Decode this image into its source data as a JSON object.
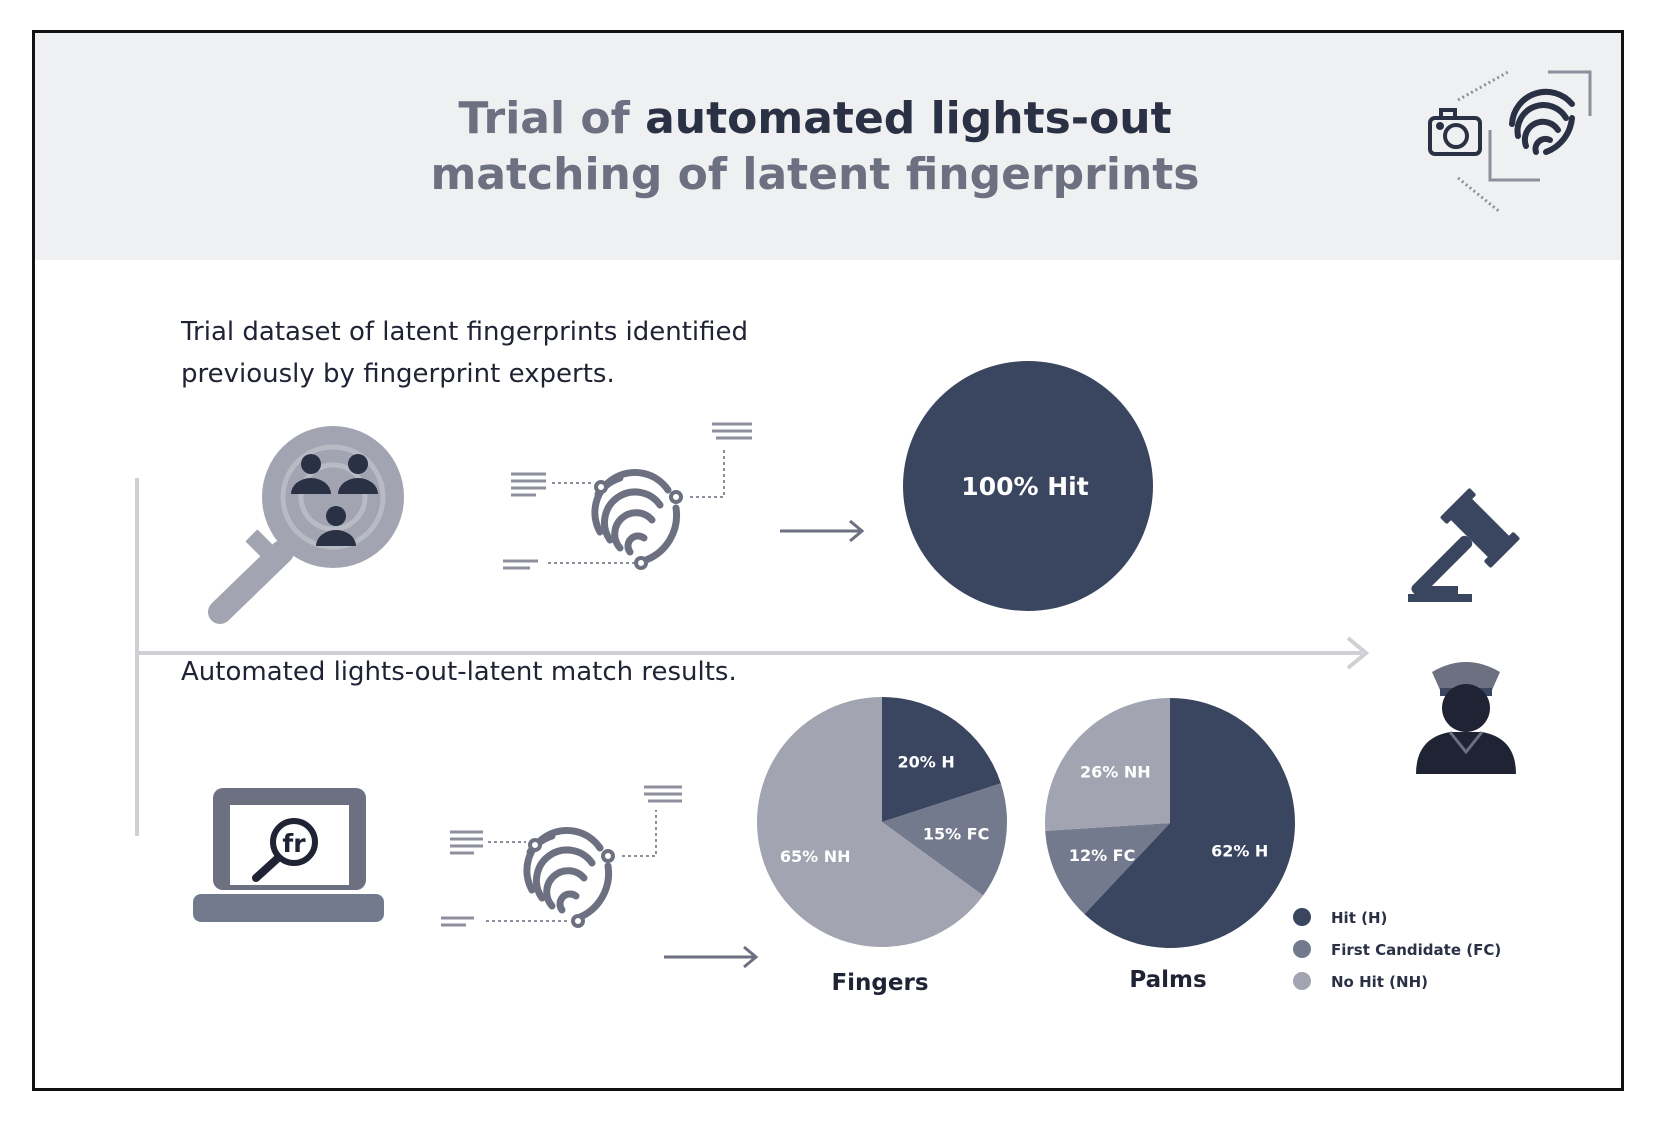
{
  "title": {
    "part1": "Trial of",
    "part2": "automated lights-out",
    "part3": "matching of latent fingerprints"
  },
  "top_section": {
    "heading_line1": "Trial dataset of latent fingerprints identified",
    "heading_line2": "previously by fingerprint experts.",
    "pie_label": "100% Hit"
  },
  "bottom_section": {
    "heading": "Automated lights-out-latent match results.",
    "laptop_logo": "fr"
  },
  "colors": {
    "hit": "#3a4560",
    "first_candidate": "#747a8d",
    "no_hit": "#a2a5b1",
    "light_grey": "#cfd0d4"
  },
  "chart_data": [
    {
      "type": "pie",
      "title": "",
      "categories": [
        "Hit (H)"
      ],
      "values": [
        100
      ],
      "labels": [
        "100% Hit"
      ]
    },
    {
      "type": "pie",
      "title": "Fingers",
      "categories": [
        "Hit (H)",
        "First Candidate (FC)",
        "No Hit (NH)"
      ],
      "values": [
        20,
        15,
        65
      ],
      "labels": [
        "20% H",
        "15% FC",
        "65% NH"
      ]
    },
    {
      "type": "pie",
      "title": "Palms",
      "categories": [
        "Hit (H)",
        "First Candidate (FC)",
        "No Hit (NH)"
      ],
      "values": [
        62,
        12,
        26
      ],
      "labels": [
        "62% H",
        "12% FC",
        "26% NH"
      ]
    }
  ],
  "legend": [
    {
      "label": "Hit (H)",
      "color": "#3a4560"
    },
    {
      "label": "First Candidate (FC)",
      "color": "#747a8d"
    },
    {
      "label": "No Hit (NH)",
      "color": "#a2a5b1"
    }
  ],
  "icons": {
    "header": [
      "camera-icon",
      "fingerprint-icon"
    ],
    "top": [
      "magnifier-people-icon",
      "fingerprint-icon",
      "arrow-right-icon"
    ],
    "bottom": [
      "laptop-icon",
      "fingerprint-icon",
      "arrow-right-icon"
    ],
    "right": [
      "gavel-icon",
      "police-officer-icon"
    ]
  }
}
